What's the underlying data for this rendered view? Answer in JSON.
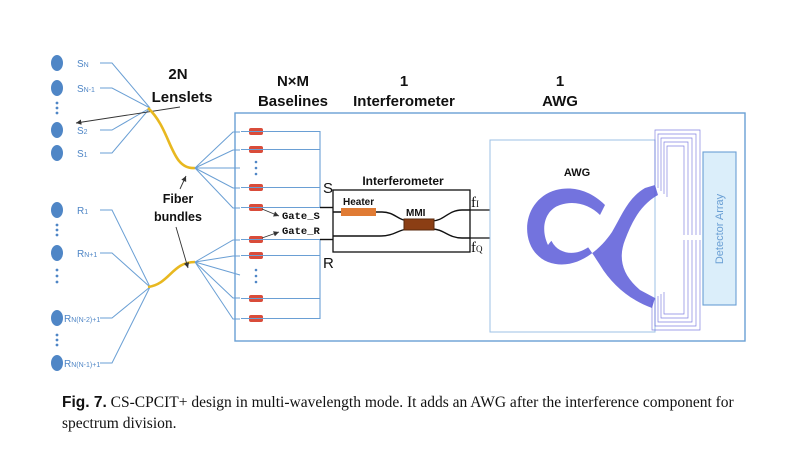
{
  "headers": {
    "lenslets_count": "2N",
    "lenslets": "Lenslets",
    "baselines_count": "N×M",
    "baselines": "Baselines",
    "interferometer_count": "1",
    "interferometer": "Interferometer",
    "awg_count": "1",
    "awg": "AWG"
  },
  "sources": {
    "s_labels": [
      {
        "main": "S",
        "sub": "N"
      },
      {
        "main": "S",
        "sub": "N-1"
      },
      {
        "main": "S",
        "sub": "2"
      },
      {
        "main": "S",
        "sub": "1"
      }
    ],
    "r_labels": [
      {
        "main": "R",
        "sub": "1"
      },
      {
        "main": "R",
        "sub": "N+1"
      },
      {
        "main": "R",
        "sub": "N(N-2)+1"
      },
      {
        "main": "R",
        "sub": "N(N-1)+1"
      }
    ]
  },
  "fiber_bundles_label": [
    "Fiber",
    "bundles"
  ],
  "ports": {
    "s": "S",
    "r": "R",
    "gate_s": "Gate_S",
    "gate_r": "Gate_R",
    "f_i": "f",
    "f_i_sub": "I",
    "f_q": "f",
    "f_q_sub": "Q"
  },
  "interferometer_box": {
    "title": "Interferometer",
    "heater": "Heater",
    "mmi": "MMI"
  },
  "awg_block": {
    "label": "AWG",
    "detector": "Detector Array"
  },
  "caption": {
    "fig": "Fig. 7.",
    "text": " CS-CPCIT+ design in multi-wavelength mode.  It adds an AWG after the interference component for spectrum division."
  },
  "colors": {
    "outline": "#6a9fd4",
    "source_dot": "#4f86c6",
    "fiber": "#e8b820",
    "heater": "#e07b34",
    "mmi": "#8b3e14",
    "awg_body": "#5a5ad8",
    "detector": "#dbeefa"
  }
}
